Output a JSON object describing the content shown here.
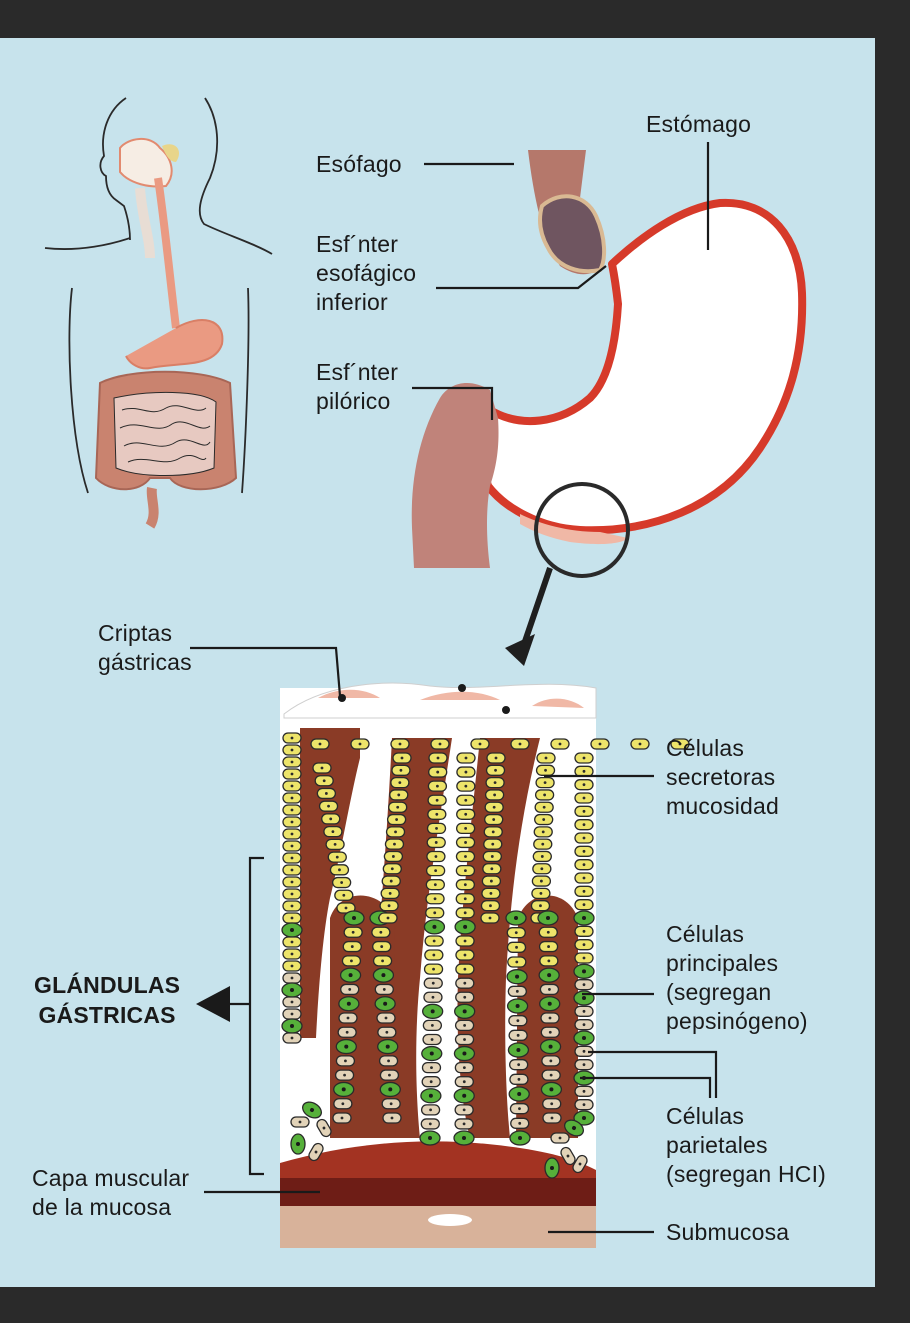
{
  "labels": {
    "estomago": "Estómago",
    "esofago": "Esófago",
    "esfinter_inferior": [
      "Esf´nter",
      "esofágico",
      "inferior"
    ],
    "esfinter_pilorico": [
      "Esf´nter",
      "pilórico"
    ],
    "criptas": [
      "Criptas",
      "gástricas"
    ],
    "celulas_mucosidad": [
      "Células",
      "secretoras",
      "mucosidad"
    ],
    "celulas_principales": [
      "Células",
      "principales",
      "(segregan",
      "pepsinógeno)"
    ],
    "glandulas": [
      "GLÁNDULAS",
      "GÁSTRICAS"
    ],
    "celulas_parietales": [
      "Células",
      "parietales",
      "(segregan HCI)"
    ],
    "capa_muscular": [
      "Capa muscular",
      "de la mucosa"
    ],
    "submucosa": "Submucosa"
  },
  "colors": {
    "background": "#c7e3ec",
    "frame": "#2a2a2a",
    "stomach_wall": "#d63a2a",
    "esophagus": "#b5786b",
    "mucus_cells": "#ede46a",
    "chief_cells": "#e2d3b8",
    "parietal_cells": "#56b03a",
    "lamina": "#8a3b26",
    "muscularis": "#6e1d16",
    "submucosa": "#d8b29a"
  }
}
